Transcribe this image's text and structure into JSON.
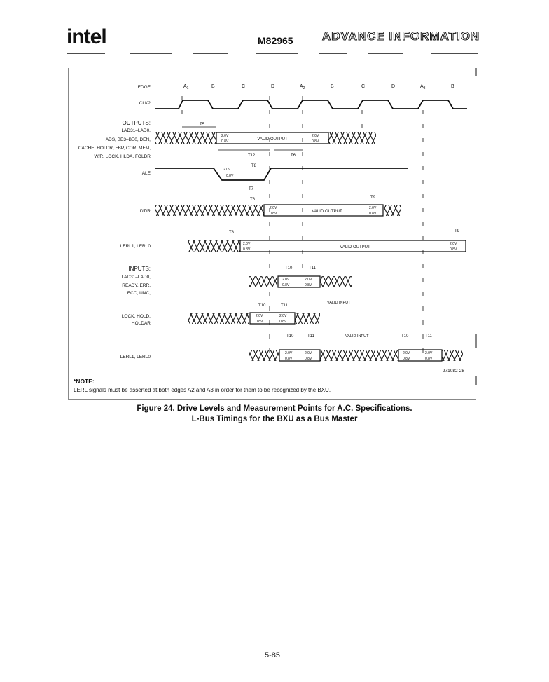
{
  "header": {
    "logo": "intel",
    "part_number": "M82965",
    "title": "ADVANCE INFORMATION"
  },
  "figure": {
    "edges": [
      "A",
      "B",
      "C",
      "D",
      "A",
      "B",
      "C",
      "D",
      "A",
      "B"
    ],
    "edge_subscripts": [
      "1",
      "",
      "",
      "",
      "2",
      "",
      "",
      "",
      "3",
      ""
    ],
    "labels": {
      "edge": "EDGE",
      "clk": "CLK2",
      "outputs": "OUTPUTS:",
      "out1": "LAD31–LAD0,",
      "out2": "ADS, BE3–BE0, DEN,",
      "out3": "CACHE, HOLDR, FBP, COR, MEM,",
      "out4": "W/R, LOCK, HLDA, FOLDR",
      "ale": "ALE",
      "dtr": "DT/R",
      "lerl": "LERL1, LERL0",
      "inputs": "INPUTS:",
      "in1": "LAD31–LAD0,",
      "in2": "READY, ERR,",
      "in3": "ECC, UNC,",
      "lock1": "LOCK, HOLD,",
      "lock2": "HOLDAR",
      "lerl2": "LERL1, LERL0"
    },
    "texts": {
      "valid_output": "VALID OUTPUT",
      "valid_output_a": "VALID OUTPUT",
      "valid_output_b": "VALID OUTPUT",
      "valid_input": "VALID INPUT",
      "valid_input2": "VALID INPUT",
      "v20": "2.0V",
      "v08": "0.8V"
    },
    "timing": {
      "t5": "T5",
      "t6": "T6",
      "t7": "T7",
      "t8": "T8",
      "t9": "T9",
      "t10": "T10",
      "t11": "T11",
      "t12": "T12"
    },
    "figure_id": "271082-28",
    "note_heading": "*NOTE:",
    "note_text": "LERL signals must be asserted at both edges A2 and A3 in order for them to be recognized by the BXU."
  },
  "caption": {
    "line1": "Figure 24. Drive Levels and Measurement Points for A.C. Specifications.",
    "line2": "L-Bus Timings for the BXU as a Bus Master"
  },
  "page_number": "5-85"
}
